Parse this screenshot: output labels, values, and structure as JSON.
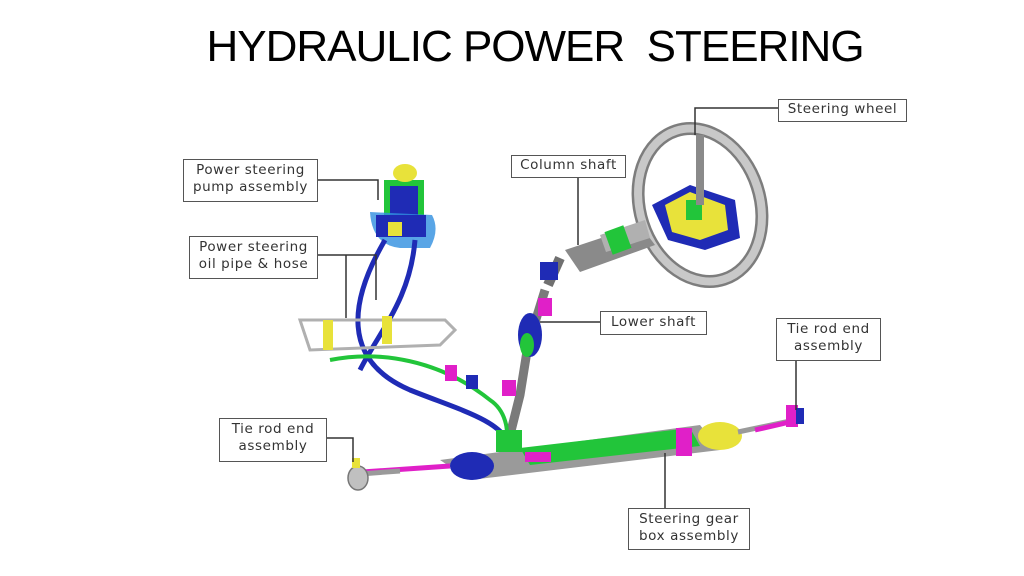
{
  "title": "HYDRAULIC POWER  STEERING",
  "labels": {
    "steering_wheel": "Steering wheel",
    "column_shaft": "Column shaft",
    "pump_assembly": "Power steering\npump assembly",
    "oil_pipe_hose": "Power steering\noil pipe & hose",
    "lower_shaft": "Lower shaft",
    "tie_rod_end_right": "Tie rod end\nassembly",
    "tie_rod_end_left": "Tie rod end\nassembly",
    "gear_box": "Steering gear\nbox assembly"
  },
  "colors": {
    "leader_line": "#333333",
    "label_border": "#555555",
    "pipe_blue": "#1f2bb5",
    "part_green": "#22c53a",
    "part_yellow": "#e8e23a",
    "part_magenta": "#e020c8",
    "part_gray": "#9a9a9a"
  }
}
